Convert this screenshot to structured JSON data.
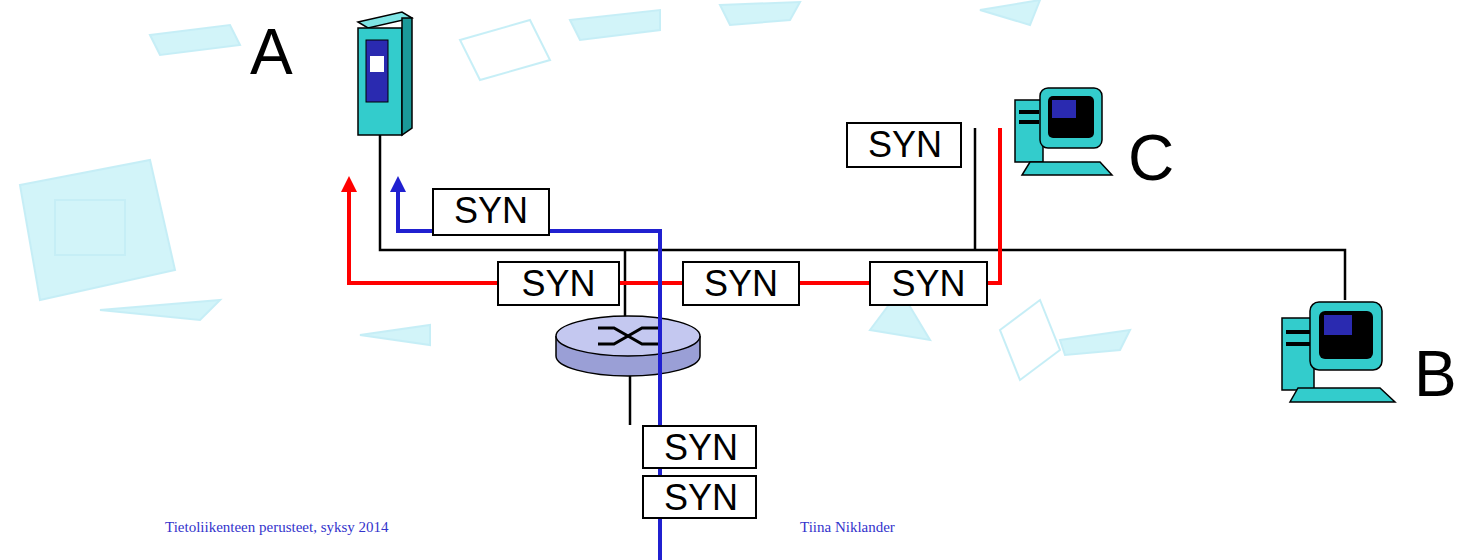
{
  "diagram": {
    "nodes": [
      {
        "text": [
          "SYN"
        ]
      },
      {
        "text": [
          "SYN"
        ]
      },
      {
        "text": [
          "SYN"
        ]
      },
      {
        "text": [
          "SYN"
        ]
      },
      {
        "text": [
          "SYN"
        ]
      },
      {
        "text": [
          "SYN"
        ]
      },
      {
        "text": [
          "SYN"
        ]
      }
    ],
    "edges": [
      {
        "from": 4,
        "to": 3,
        "arrow": "none"
      },
      {
        "from": 3,
        "to": 2,
        "arrow": "none"
      },
      {
        "from": 6,
        "to": 5,
        "arrow": "none"
      },
      {
        "from": 5,
        "to": 1,
        "arrow": "none"
      }
    ],
    "labels": [
      "A",
      "C",
      "B",
      "Tietoliikenteen perusteet, syksy 2014",
      "Tiina Niklander"
    ]
  }
}
